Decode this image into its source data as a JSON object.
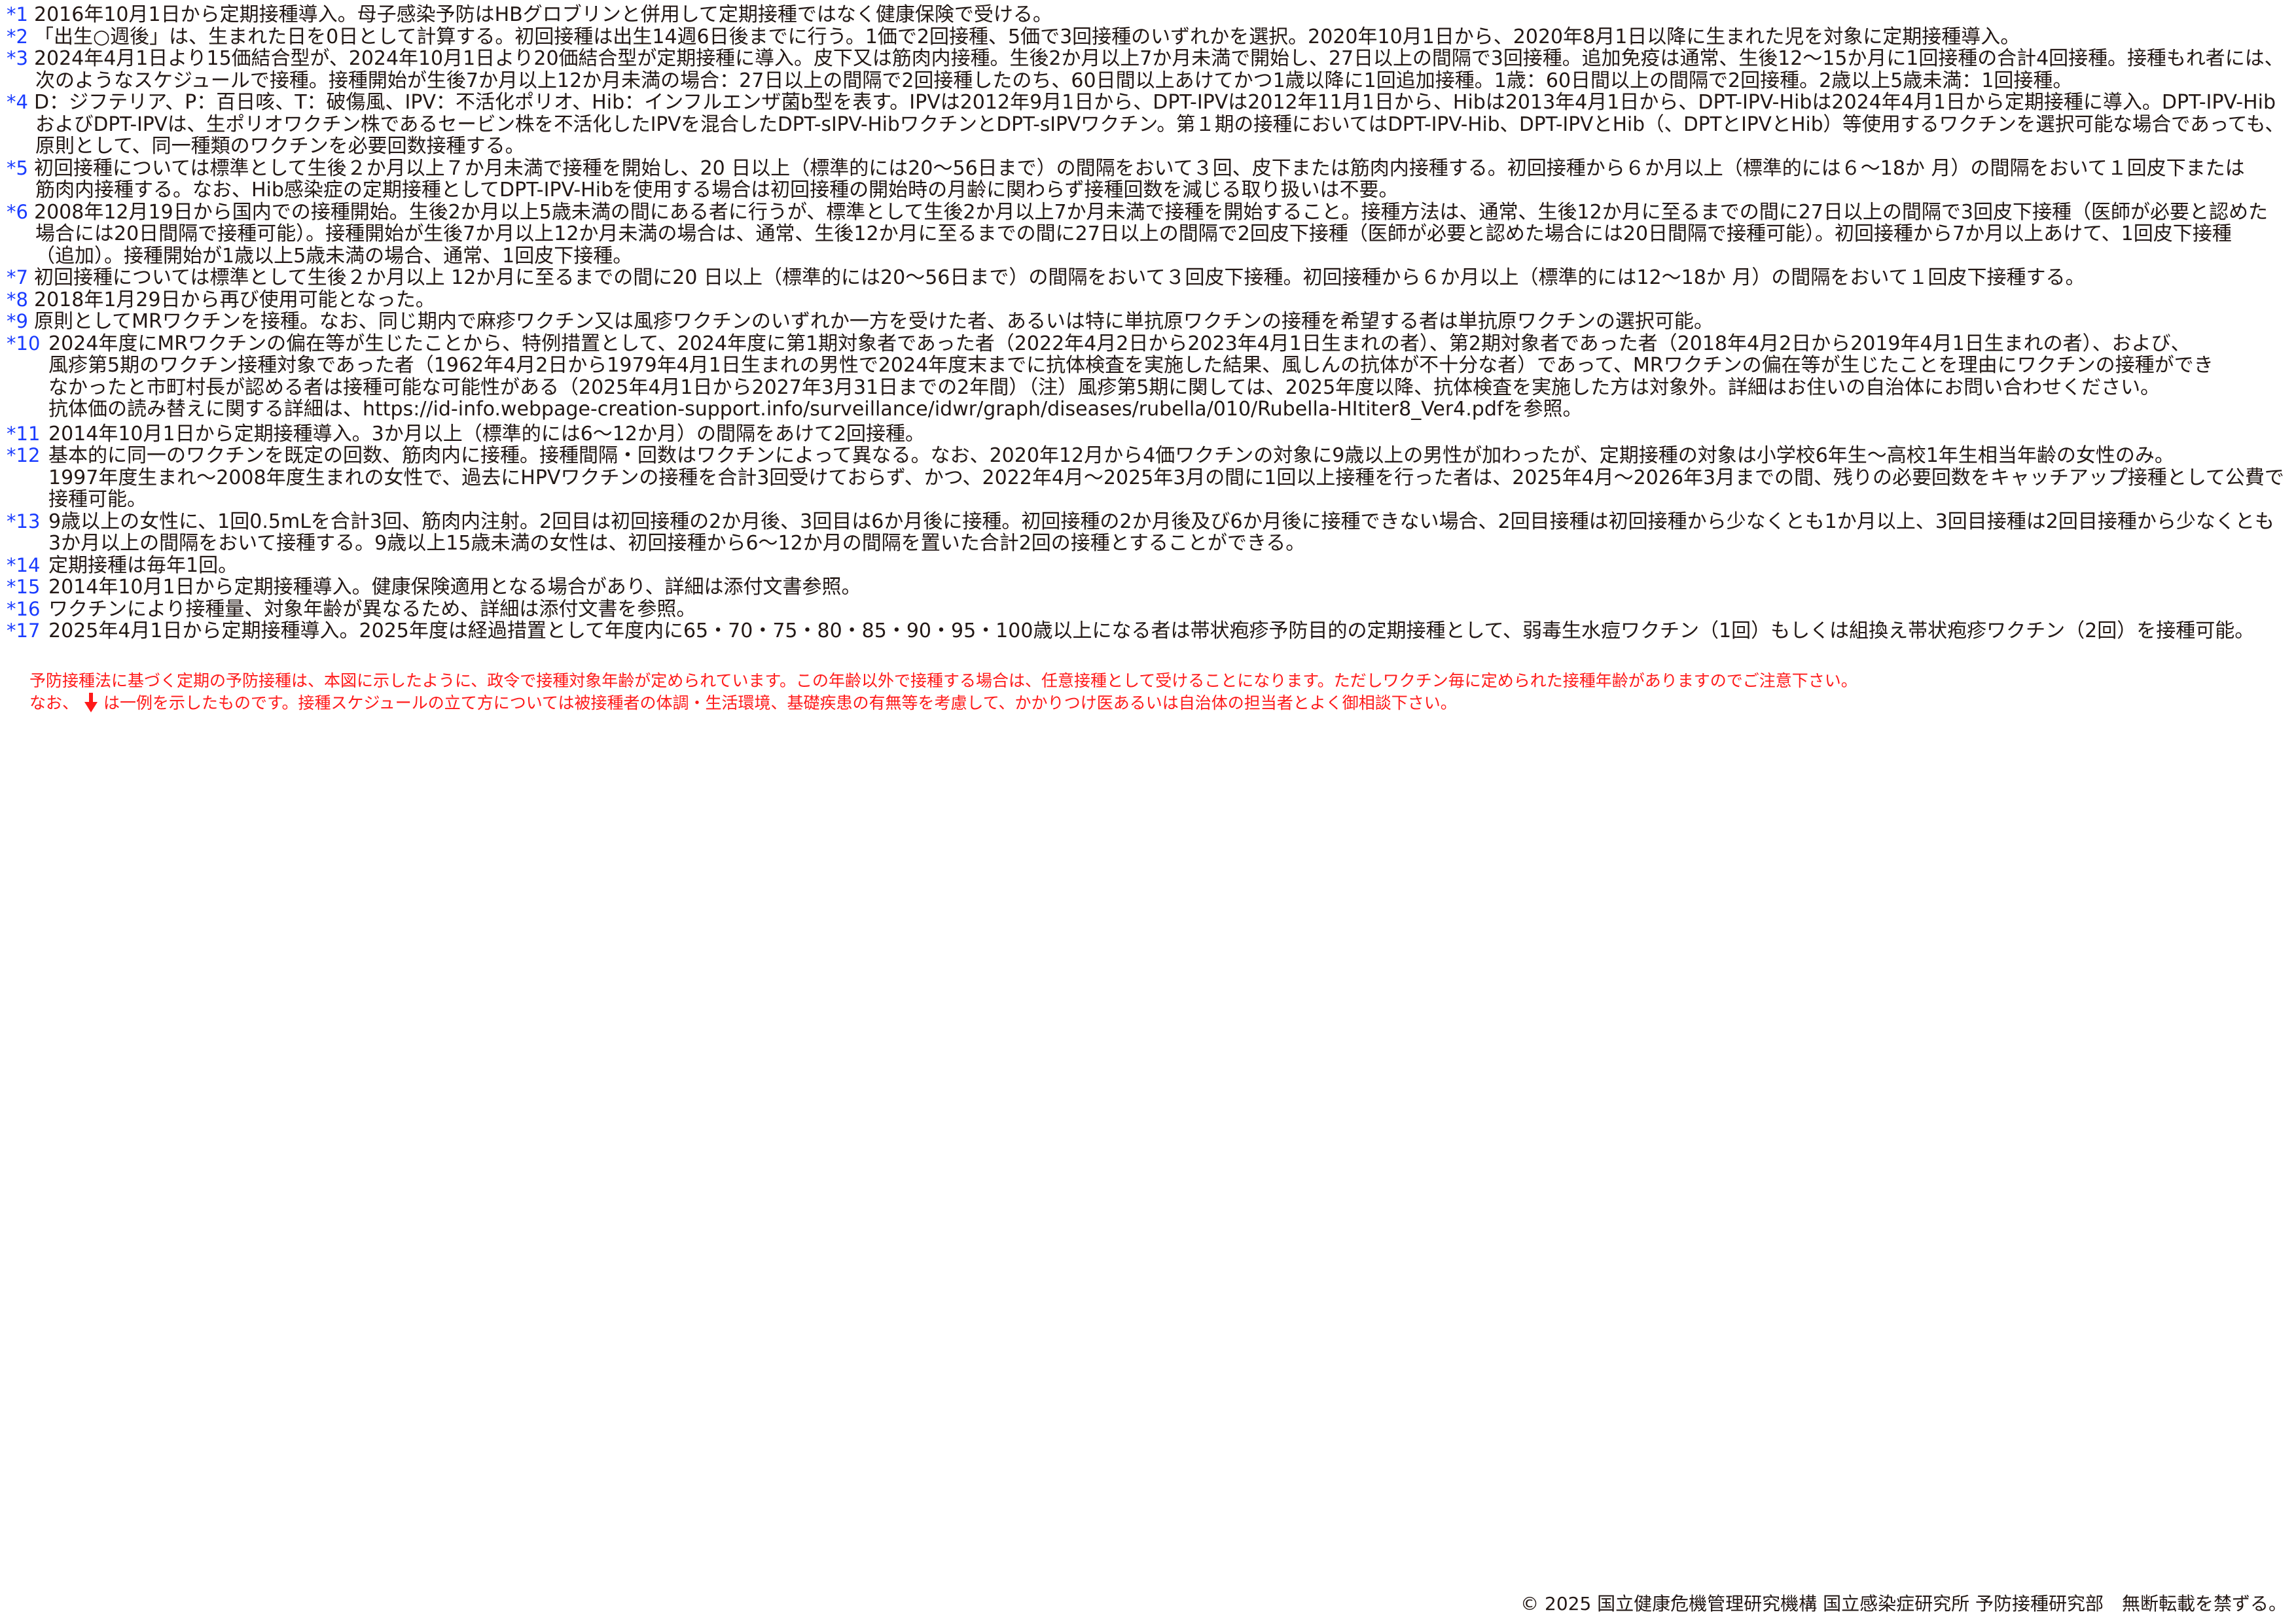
{
  "notes": [
    {
      "marker": "*1",
      "lines": [
        "2016年10月1日から定期接種導入。母子感染予防はHBグロブリンと併用して定期接種ではなく健康保険で受ける。"
      ]
    },
    {
      "marker": "*2",
      "lines": [
        "「出生○週後」は、生まれた日を0日として計算する。初回接種は出生14週6日後までに行う。1価で2回接種、5価で3回接種のいずれかを選択。2020年10月1日から、2020年8月1日以降に生まれた児を対象に定期接種導入。"
      ]
    },
    {
      "marker": "*3",
      "lines": [
        "2024年4月1日より15価結合型が、2024年10月1日より20価結合型が定期接種に導入。皮下又は筋肉内接種。生後2か月以上7か月未満で開始し、27日以上の間隔で3回接種。追加免疫は通常、生後12〜15か月に1回接種の合計4回接種。接種もれ者には、",
        "次のようなスケジュールで接種。接種開始が生後7か月以上12か月未満の場合：27日以上の間隔で2回接種したのち、60日間以上あけてかつ1歳以降に1回追加接種。1歳：60日間以上の間隔で2回接種。2歳以上5歳未満：1回接種。"
      ]
    },
    {
      "marker": "*4",
      "lines": [
        "D：ジフテリア、P：百日咳、T：破傷風、IPV：不活化ポリオ、Hib：インフルエンザ菌b型を表す。IPVは2012年9月1日から、DPT-IPVは2012年11月1日から、Hibは2013年4月1日から、DPT-IPV-Hibは2024年4月1日から定期接種に導入。DPT-IPV-Hib",
        "およびDPT-IPVは、生ポリオワクチン株であるセービン株を不活化したIPVを混合したDPT-sIPV-HibワクチンとDPT-sIPVワクチン。第１期の接種においてはDPT-IPV-Hib、DPT-IPVとHib（、DPTとIPVとHib）等使用するワクチンを選択可能な場合であっても、",
        "原則として、同一種類のワクチンを必要回数接種する。"
      ]
    },
    {
      "marker": "*5",
      "lines": [
        "初回接種については標準として生後２か月以上７か月未満で接種を開始し、20 日以上（標準的には20〜56日まで）の間隔をおいて３回、皮下または筋肉内接種する。初回接種から６か月以上（標準的には６〜18か 月）の間隔をおいて１回皮下または",
        "筋肉内接種する。なお、Hib感染症の定期接種としてDPT-IPV-Hibを使用する場合は初回接種の開始時の月齢に関わらず接種回数を減じる取り扱いは不要。"
      ]
    },
    {
      "marker": "*6",
      "lines": [
        "2008年12月19日から国内での接種開始。生後2か月以上5歳未満の間にある者に行うが、標準として生後2か月以上7か月未満で接種を開始すること。接種方法は、通常、生後12か月に至るまでの間に27日以上の間隔で3回皮下接種（医師が必要と認めた",
        "場合には20日間隔で接種可能）。接種開始が生後7か月以上12か月未満の場合は、通常、生後12か月に至るまでの間に27日以上の間隔で2回皮下接種（医師が必要と認めた場合には20日間隔で接種可能）。初回接種から7か月以上あけて、1回皮下接種",
        "（追加）。接種開始が1歳以上5歳未満の場合、通常、1回皮下接種。"
      ]
    },
    {
      "marker": "*7",
      "lines": [
        "初回接種については標準として生後２か月以上 12か月に至るまでの間に20 日以上（標準的には20〜56日まで）の間隔をおいて３回皮下接種。初回接種から６か月以上（標準的には12〜18か 月）の間隔をおいて１回皮下接種する。"
      ]
    },
    {
      "marker": "*8",
      "lines": [
        "2018年1月29日から再び使用可能となった。"
      ]
    },
    {
      "marker": "*9",
      "lines": [
        "原則としてMRワクチンを接種。なお、同じ期内で麻疹ワクチン又は風疹ワクチンのいずれか一方を受けた者、あるいは特に単抗原ワクチンの接種を希望する者は単抗原ワクチンの選択可能。"
      ]
    },
    {
      "marker": "*10",
      "lines": [
        "2024年度にMRワクチンの偏在等が生じたことから、特例措置として、2024年度に第1期対象者であった者（2022年4月2日から2023年4月1日生まれの者）、第2期対象者であった者（2018年4月2日から2019年4月1日生まれの者）、および、",
        "風疹第5期のワクチン接種対象であった者（1962年4月2日から1979年4月1日生まれの男性で2024年度末までに抗体検査を実施した結果、風しんの抗体が不十分な者）であって、MRワクチンの偏在等が生じたことを理由にワクチンの接種ができ",
        "なかったと市町村長が認める者は接種可能な可能性がある（2025年4月1日から2027年3月31日までの2年間）（注）風疹第5期に関しては、2025年度以降、抗体検査を実施した方は対象外。詳細はお住いの自治体にお問い合わせください。",
        "抗体価の読み替えに関する詳細は、https://id-info.webpage-creation-support.info/surveillance/idwr/graph/diseases/rubella/010/Rubella-HItiter8_Ver4.pdfを参照。"
      ]
    },
    {
      "marker": "*11",
      "lines": [
        "2014年10月1日から定期接種導入。3か月以上（標準的には6〜12か月）の間隔をあけて2回接種。"
      ]
    },
    {
      "marker": "*12",
      "lines": [
        "基本的に同一のワクチンを既定の回数、筋肉内に接種。接種間隔・回数はワクチンによって異なる。なお、2020年12月から4価ワクチンの対象に9歳以上の男性が加わったが、定期接種の対象は小学校6年生〜高校1年生相当年齢の女性のみ。",
        "1997年度生まれ〜2008年度生まれの女性で、過去にHPVワクチンの接種を合計3回受けておらず、かつ、2022年4月〜2025年3月の間に1回以上接種を行った者は、2025年4月〜2026年3月までの間、残りの必要回数をキャッチアップ接種として公費で",
        "接種可能。"
      ]
    },
    {
      "marker": "*13",
      "lines": [
        "9歳以上の女性に、1回0.5mLを合計3回、筋肉内注射。2回目は初回接種の2か月後、3回目は6か月後に接種。初回接種の2か月後及び6か月後に接種できない場合、2回目接種は初回接種から少なくとも1か月以上、3回目接種は2回目接種から少なくとも",
        "3か月以上の間隔をおいて接種する。9歳以上15歳未満の女性は、初回接種から6〜12か月の間隔を置いた合計2回の接種とすることができる。"
      ]
    },
    {
      "marker": "*14",
      "lines": [
        "定期接種は毎年1回。"
      ]
    },
    {
      "marker": "*15",
      "lines": [
        "2014年10月1日から定期接種導入。健康保険適用となる場合があり、詳細は添付文書参照。"
      ]
    },
    {
      "marker": "*16",
      "lines": [
        "ワクチンにより接種量、対象年齢が異なるため、詳細は添付文書を参照。"
      ]
    },
    {
      "marker": "*17",
      "lines": [
        "2025年4月1日から定期接種導入。2025年度は経過措置として年度内に65・70・75・80・85・90・95・100歳以上になる者は帯状疱疹予防目的の定期接種として、弱毒生水痘ワクチン（1回）もしくは組換え帯状疱疹ワクチン（2回）を接種可能。"
      ]
    }
  ],
  "notice": {
    "line1": "予防接種法に基づく定期の予防接種は、本図に示したように、政令で接種対象年齢が定められています。この年齢以外で接種する場合は、任意接種として受けることになります。ただしワクチン毎に定められた接種年齢がありますのでご注意下さい。",
    "line2_pre": "なお、",
    "line2_icon": "down-arrow-icon",
    "line2_post": "は一例を示したものです。接種スケジュールの立て方については被接種者の体調・生活環境、基礎疾患の有無等を考慮して、かかりつけ医あるいは自治体の担当者とよく御相談下さい。",
    "color": "#ff1a1a"
  },
  "marker_color": "#1a3cff",
  "copyright": "© 2025 国立健康危機管理研究機構 国立感染症研究所 予防接種研究部　無断転載を禁ずる。"
}
